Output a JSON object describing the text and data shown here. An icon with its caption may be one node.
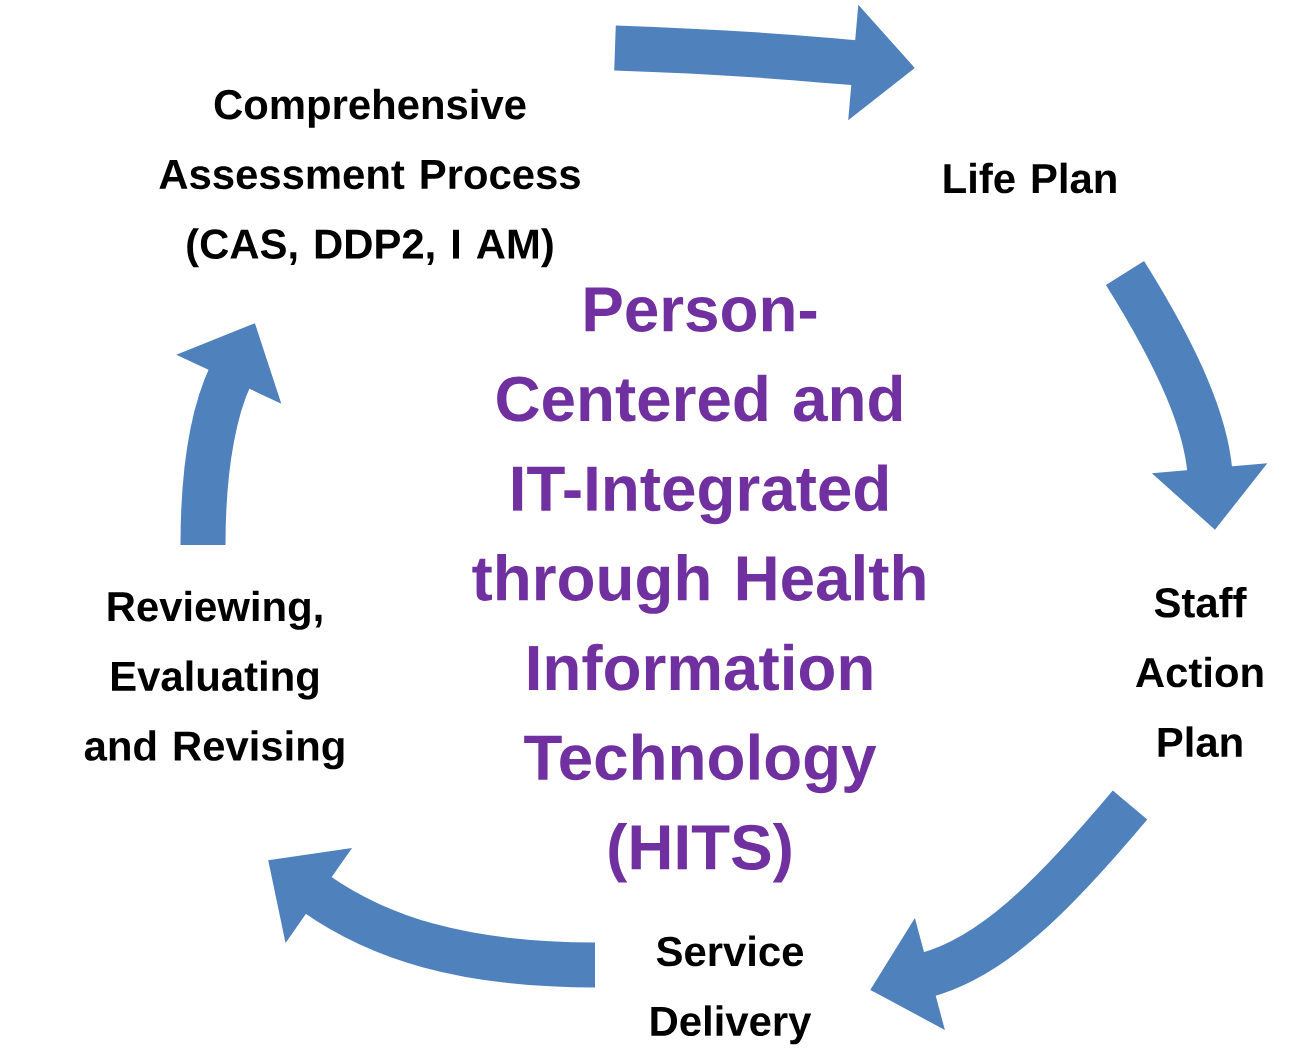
{
  "diagram": {
    "title": "Person-Centered and IT-Integrated through Health Information Technology (HITS)",
    "nodes": [
      {
        "text": [
          "Comprehensive Assessment Process (CAS, DDP2, I AM)"
        ]
      },
      {
        "text": [
          "Life Plan"
        ]
      },
      {
        "text": [
          "Staff Action Plan"
        ]
      },
      {
        "text": [
          "Service Delivery"
        ]
      },
      {
        "text": [
          "Reviewing, Evaluating and Revising"
        ]
      }
    ],
    "edges": [
      {
        "from": 0,
        "to": 1,
        "arrow": "to"
      },
      {
        "from": 1,
        "to": 2,
        "arrow": "to"
      },
      {
        "from": 2,
        "to": 3,
        "arrow": "to"
      },
      {
        "from": 3,
        "to": 4,
        "arrow": "to"
      },
      {
        "from": 4,
        "to": 0,
        "arrow": "to"
      }
    ]
  }
}
